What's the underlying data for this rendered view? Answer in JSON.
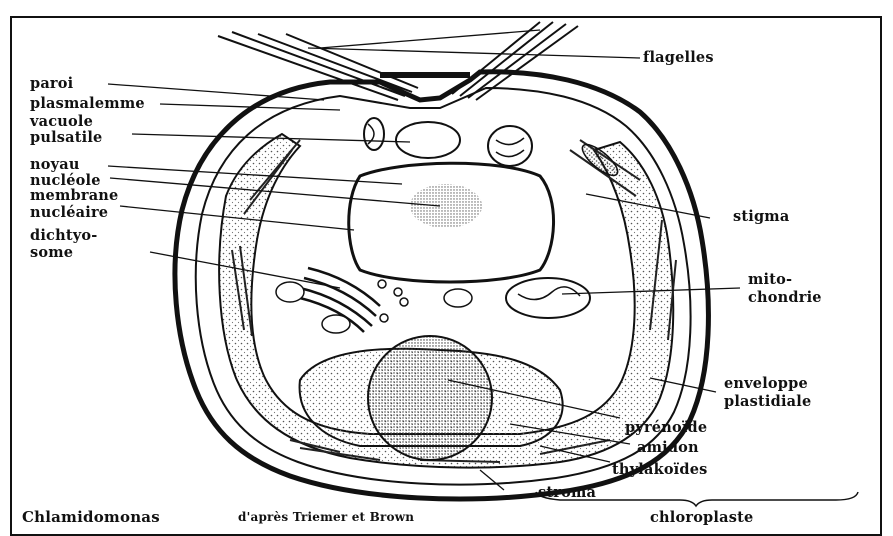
{
  "figure": {
    "caption_species": "Chlamidomonas",
    "caption_credit": "d'après Triemer et Brown",
    "labels": {
      "flagelles": "flagelles",
      "paroi": "paroi",
      "plasmalemme": "plasmalemme",
      "vacuole": "vacuole",
      "pulsatile": "pulsatile",
      "noyau": "noyau",
      "nucleole": "nucléole",
      "membrane": "membrane",
      "nucleaire": "nucléaire",
      "dichtyo": "dichtyo-",
      "some": "some",
      "stigma": "stigma",
      "mito": "mito-",
      "chondrie": "chondrie",
      "enveloppe": "enveloppe",
      "plastidiale": "plastidiale",
      "pyrenoide": "pyrénoïde",
      "amidon": "amidon",
      "thylakoides": "thylakoïdes",
      "stroma": "stroma",
      "chloroplaste": "chloroplaste"
    }
  },
  "colors": {
    "ink": "#111111",
    "paper": "#ffffff",
    "stipple": "#555555"
  }
}
